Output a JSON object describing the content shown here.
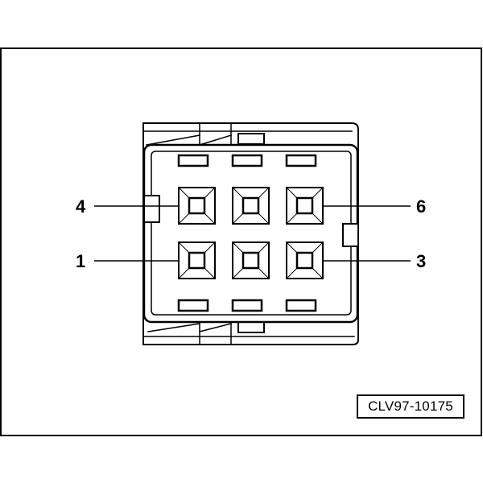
{
  "diagram": {
    "figure_id": "CLV97-10175",
    "pin_labels": {
      "pin_4": "4",
      "pin_6": "6",
      "pin_1": "1",
      "pin_3": "3"
    }
  }
}
